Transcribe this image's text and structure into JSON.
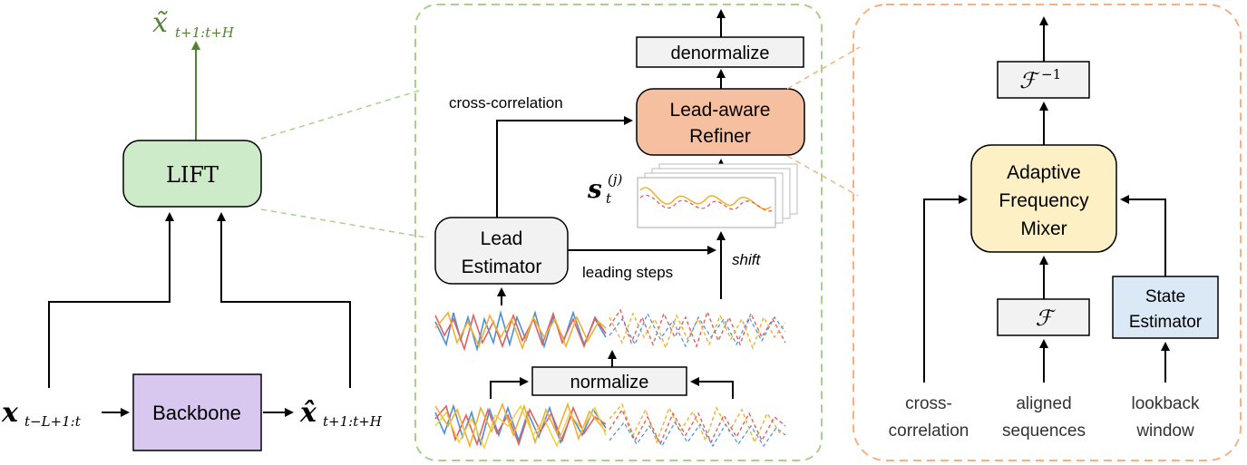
{
  "left": {
    "output_symbol": "x̃",
    "output_sub": "t+1:t+H",
    "lift": "LIFT",
    "input_symbol": "x",
    "input_sub": "t−L+1:t",
    "backbone": "Backbone",
    "pred_symbol": "x̂",
    "pred_sub": "t+1:t+H"
  },
  "middle": {
    "denormalize": "denormalize",
    "refiner_line1": "Lead-aware",
    "refiner_line2": "Refiner",
    "cross_correlation": "cross-correlation",
    "s_symbol": "s",
    "s_sup": "(j)",
    "s_sub": "t",
    "lead_line1": "Lead",
    "lead_line2": "Estimator",
    "leading_steps": "leading steps",
    "shift": "shift",
    "normalize": "normalize"
  },
  "right": {
    "inverse_f": "ℱ",
    "inverse_sup": "−1",
    "mixer_line1": "Adaptive",
    "mixer_line2": "Frequency",
    "mixer_line3": "Mixer",
    "f": "ℱ",
    "state_line1": "State",
    "state_line2": "Estimator",
    "in1_line1": "cross-",
    "in1_line2": "correlation",
    "in2_line1": "aligned",
    "in2_line2": "sequences",
    "in3_line1": "lookback",
    "in3_line2": "window"
  },
  "colors": {
    "lift_fill": "#cdebc9",
    "backbone_fill": "#d8c8f0",
    "refiner_fill": "#f6bf9f",
    "mixer_fill": "#fdf0c4",
    "state_fill": "#dbe8f6",
    "gray_fill": "#f2f2f2",
    "green_arrow": "#538135",
    "green_dash": "#a9d18e",
    "orange_dash": "#f4b183",
    "series": [
      "#4a90d9",
      "#e06060",
      "#f0b030",
      "#f4d040"
    ]
  }
}
